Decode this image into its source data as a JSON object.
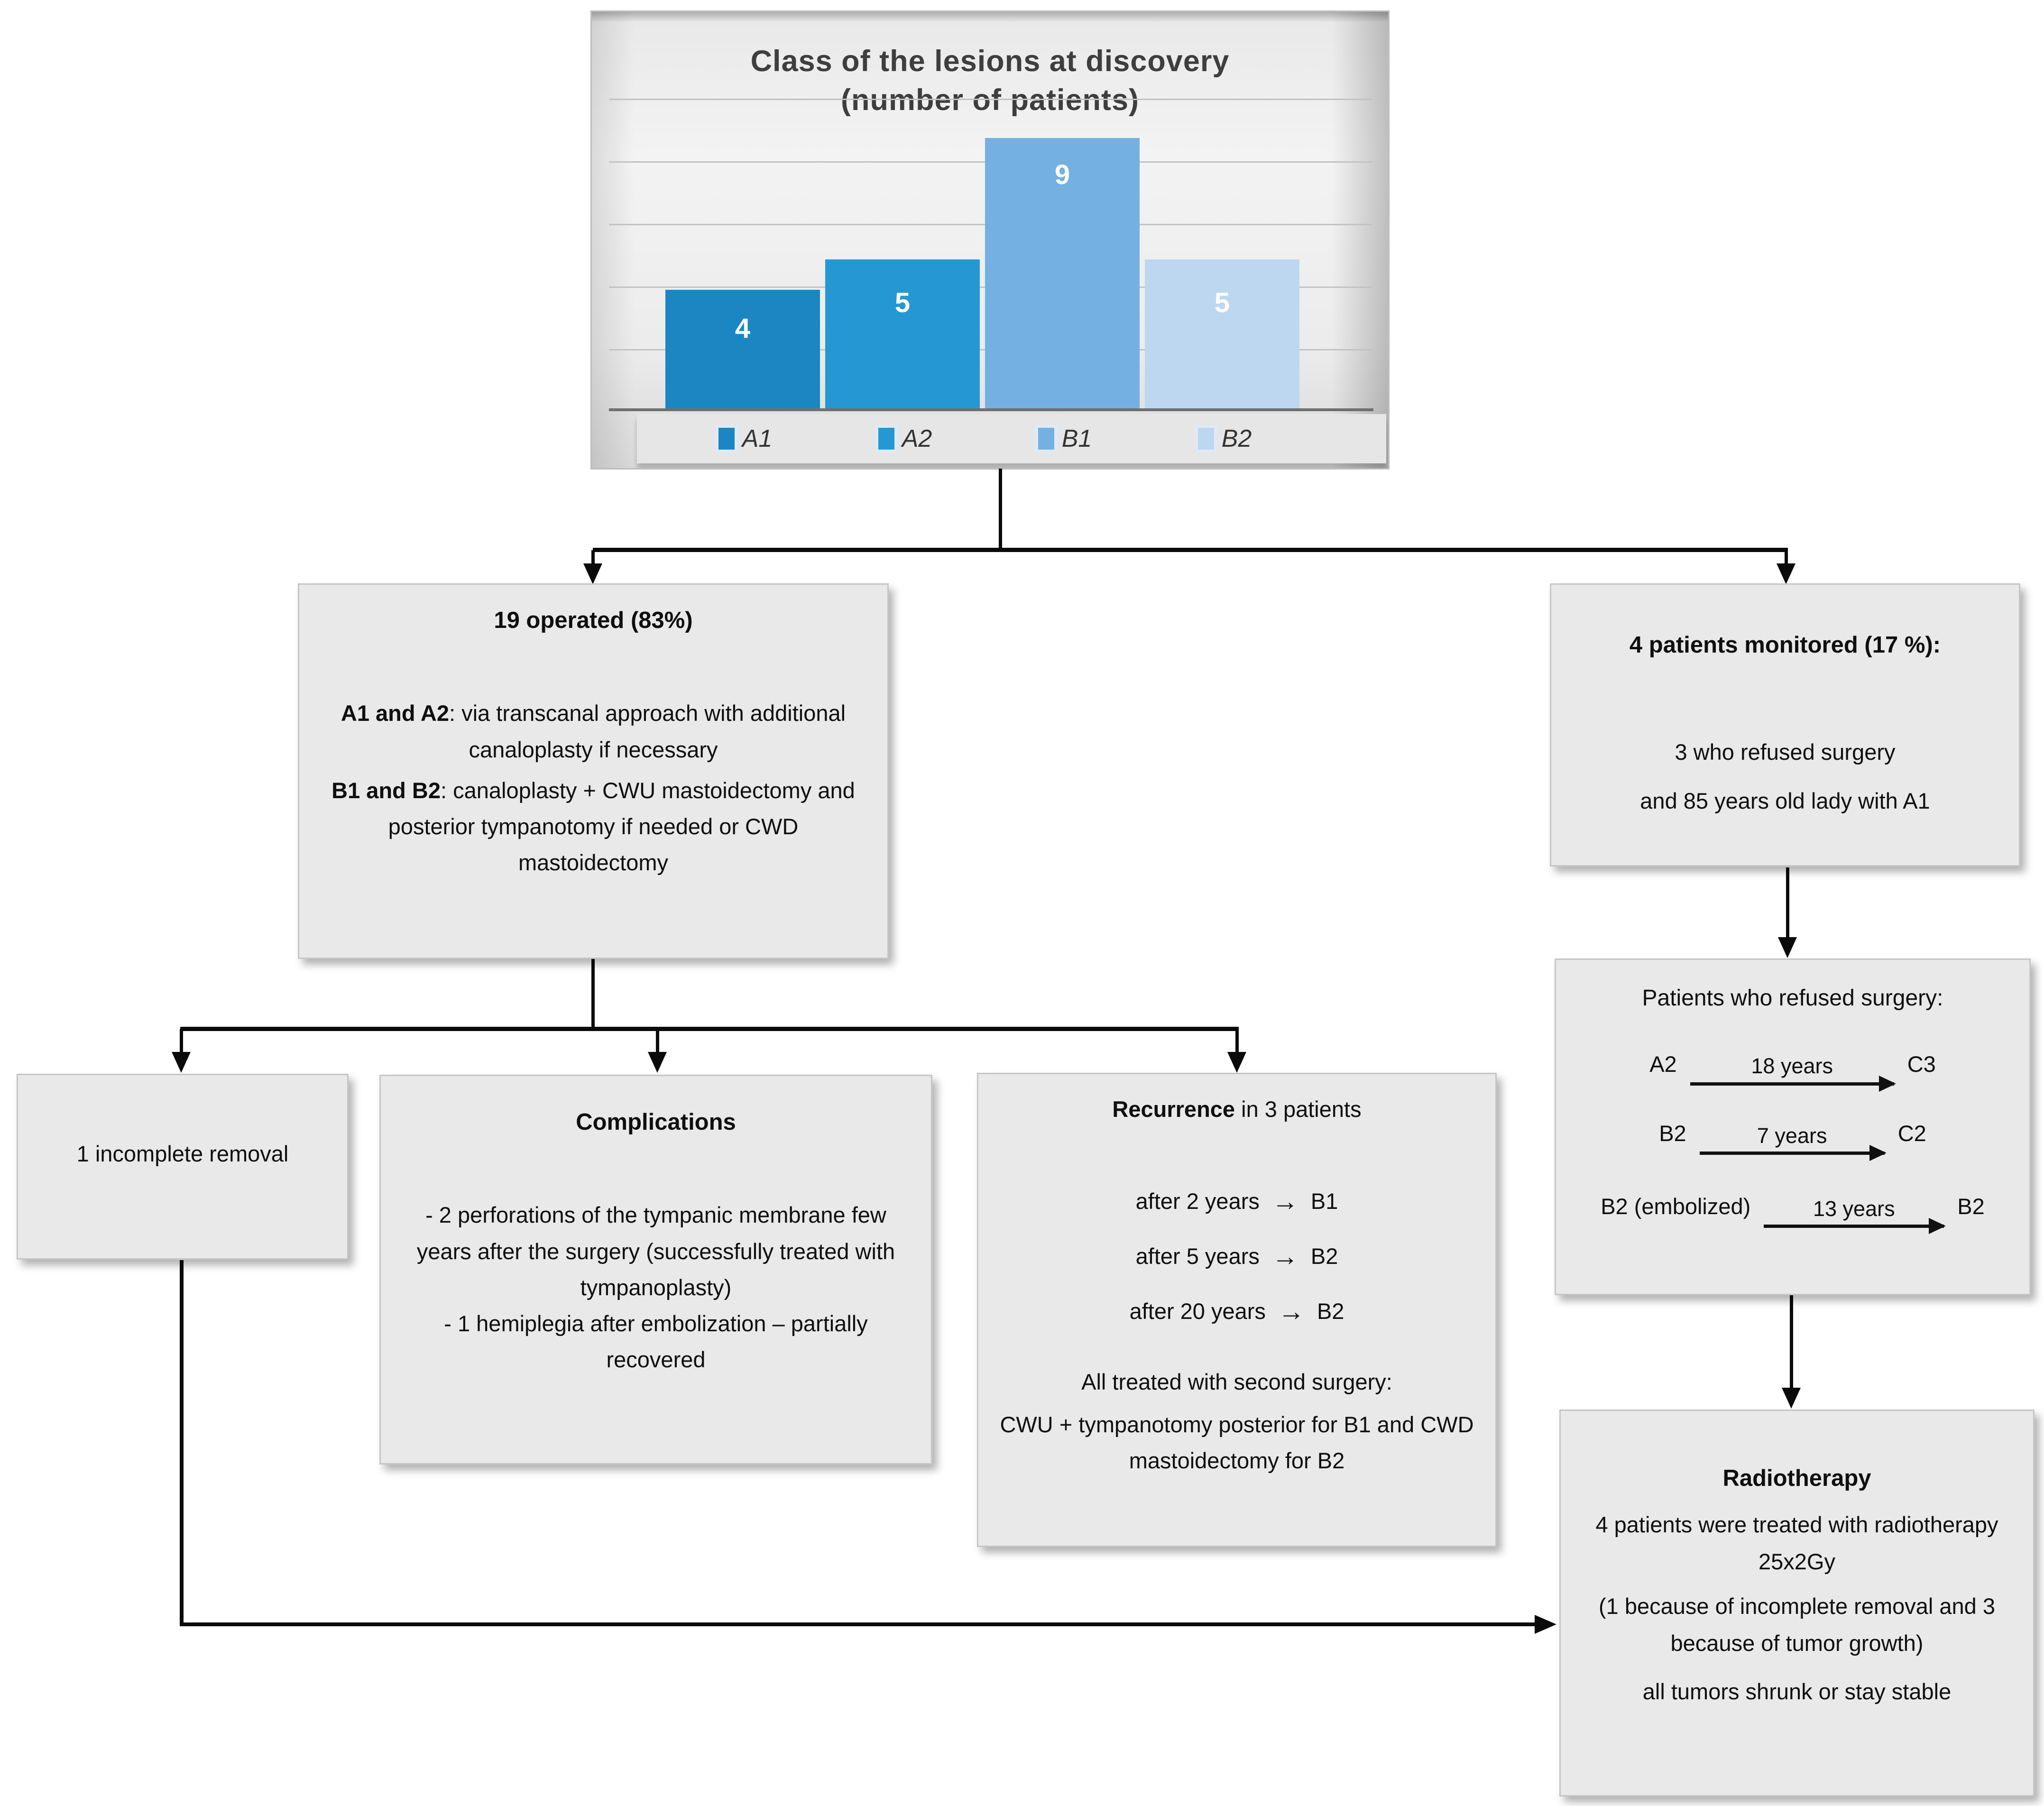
{
  "chart_data": {
    "type": "bar",
    "title_lines": [
      "Class of the lesions at discovery",
      "(number of patients)"
    ],
    "title": "Class of the lesions at discovery (number of patients)",
    "categories": [
      "A1",
      "A2",
      "B1",
      "B2"
    ],
    "values": [
      4,
      5,
      9,
      5
    ],
    "bar_colors": [
      "#1b86c2",
      "#2598d4",
      "#74b0e2",
      "#bdd7f0"
    ],
    "value_label_color": "#ffffff",
    "xlabel": "",
    "ylabel": "",
    "ylim": [
      0,
      10
    ],
    "grid": true,
    "legend_position": "bottom",
    "title_color": "#3e3e3e"
  },
  "flow": {
    "operated": {
      "title": "19 operated (83%)",
      "p1_bold": "A1 and A2",
      "p1_rest": ": via transcanal approach with additional canaloplasty if necessary",
      "p2_bold": "B1 and B2",
      "p2_rest": ":  canaloplasty + CWU mastoidectomy and posterior tympanotomy if needed or CWD mastoidectomy"
    },
    "monitored": {
      "title": "4 patients monitored (17 %):",
      "line1": "3 who refused surgery",
      "line2": "and 85 years old lady with A1"
    },
    "refused": {
      "title": "Patients who refused surgery:",
      "arrow_glyph": "→",
      "rows": [
        {
          "from": "A2",
          "duration": "18 years",
          "to": "C3"
        },
        {
          "from": "B2",
          "duration": "7 years",
          "to": "C2"
        },
        {
          "from": "B2 (embolized)",
          "duration": "13 years",
          "to": "B2"
        }
      ]
    },
    "incomplete": {
      "text": "1 incomplete removal"
    },
    "complications": {
      "title": "Complications",
      "item1": "- 2 perforations of the tympanic membrane few years after the surgery (successfully treated with tympanoplasty)",
      "item2": "- 1 hemiplegia after embolization – partially recovered"
    },
    "recurrence": {
      "title_bold": "Recurrence",
      "title_rest": " in 3 patients",
      "arrow_glyph": "→",
      "rows": [
        {
          "text": "after 2 years",
          "to": "B1"
        },
        {
          "text": "after 5 years",
          "to": "B2"
        },
        {
          "text": "after 20 years",
          "to": "B2"
        }
      ],
      "footer1": "All treated with second surgery:",
      "footer2": "CWU + tympanotomy posterior for B1 and CWD mastoidectomy for B2"
    },
    "radiotherapy": {
      "title": "Radiotherapy",
      "line1": "4 patients were treated with radiotherapy 25x2Gy",
      "line2": "(1 because of incomplete removal and 3 because of tumor growth)",
      "line3": "all tumors shrunk or stay stable"
    }
  }
}
